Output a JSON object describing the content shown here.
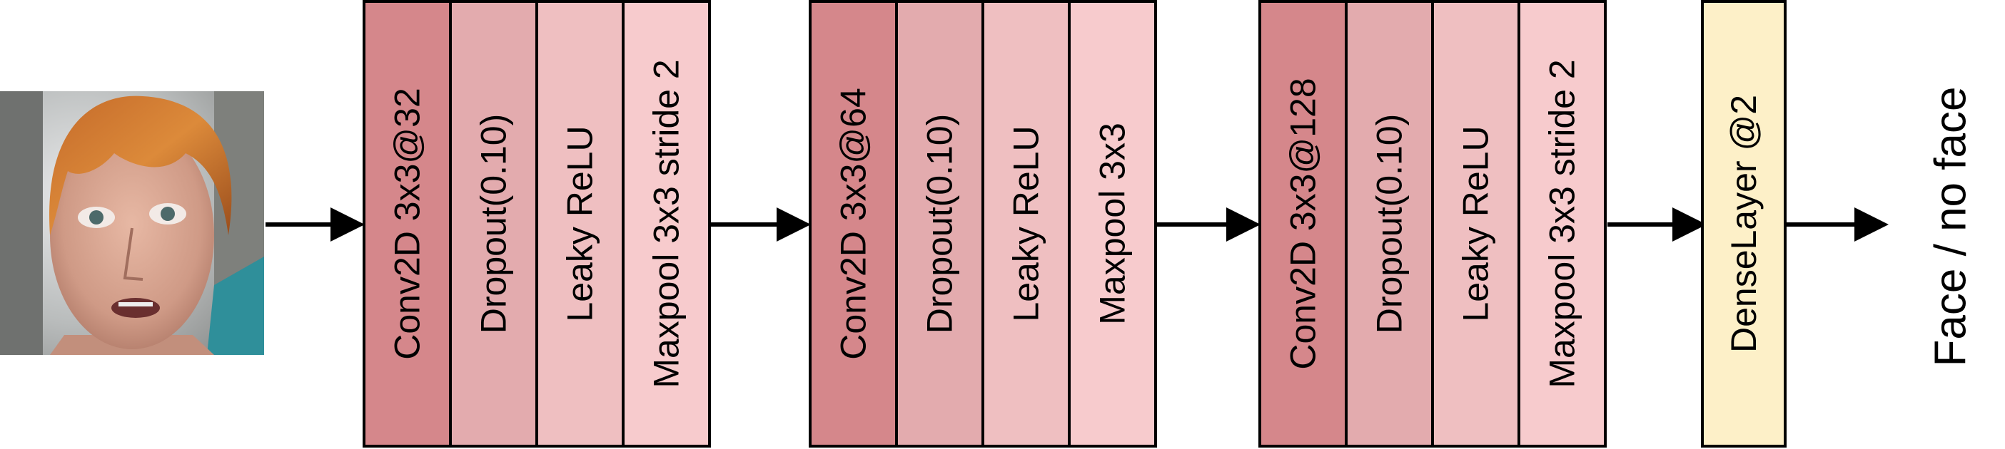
{
  "blocks": [
    {
      "layers": [
        {
          "label": "Conv2D 3x3@32",
          "color": "#d5878b"
        },
        {
          "label": "Dropout(0.10)",
          "color": "#e3abae"
        },
        {
          "label": "Leaky ReLU",
          "color": "#efbfc1"
        },
        {
          "label": "Maxpool 3x3 stride 2",
          "color": "#f7cbcd"
        }
      ]
    },
    {
      "layers": [
        {
          "label": "Conv2D 3x3@64",
          "color": "#d5878b"
        },
        {
          "label": "Dropout(0.10)",
          "color": "#e3abae"
        },
        {
          "label": "Leaky ReLU",
          "color": "#efbfc1"
        },
        {
          "label": "Maxpool 3x3",
          "color": "#f7cbcd"
        }
      ]
    },
    {
      "layers": [
        {
          "label": "Conv2D 3x3@128",
          "color": "#d5878b"
        },
        {
          "label": "Dropout(0.10)",
          "color": "#e3abae"
        },
        {
          "label": "Leaky ReLU",
          "color": "#efbfc1"
        },
        {
          "label": "Maxpool 3x3 stride 2",
          "color": "#f7cbcd"
        }
      ]
    }
  ],
  "dense": {
    "label": "DenseLayer @2",
    "color": "#fdf0c8"
  },
  "output_label": "Face / no face",
  "input_image_icon": "face-photo-icon"
}
